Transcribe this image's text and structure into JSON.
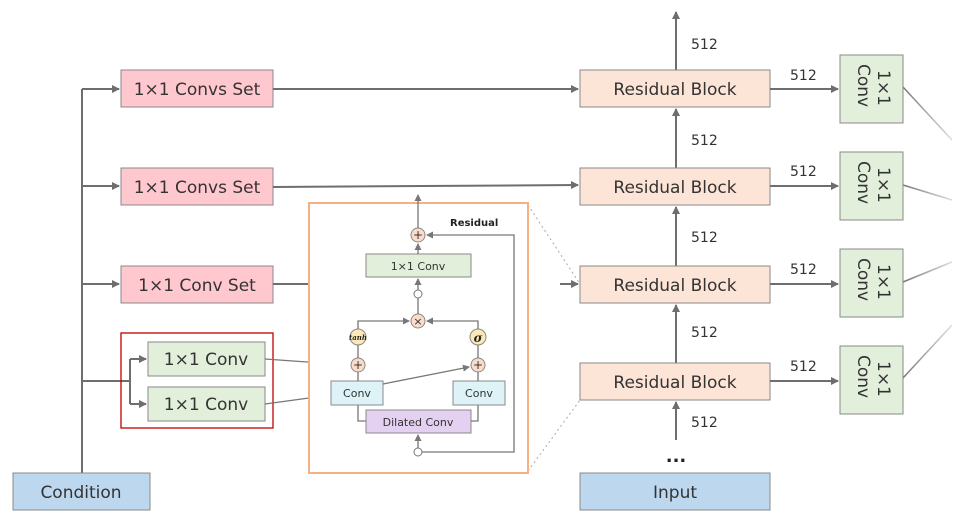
{
  "colors": {
    "condition_fill": "#bdd7ee",
    "input_fill": "#bdd7ee",
    "convs_set_fill": "#ffc7ce",
    "residual_block_fill": "#fce4d6",
    "conv_1x1_fill": "#e2efda",
    "inset_border": "#f4b183",
    "highlight_border": "#c00000",
    "conv_fill": "#ddf3f8",
    "dilated_conv_fill": "#e4d0f0",
    "activation_fill": "#fde9b8",
    "operator_fill": "#fbdccb"
  },
  "condition": {
    "label": "Condition"
  },
  "input": {
    "label": "Input",
    "ellipsis": "..."
  },
  "condition_branches": [
    {
      "label": "1×1 Convs Set"
    },
    {
      "label": "1×1 Convs Set"
    },
    {
      "label": "1×1 Conv Set"
    }
  ],
  "highlight_group": {
    "convs": [
      {
        "label": "1×1 Conv"
      },
      {
        "label": "1×1 Conv"
      }
    ]
  },
  "residual_blocks": [
    {
      "label": "Residual Block"
    },
    {
      "label": "Residual Block"
    },
    {
      "label": "Residual Block"
    },
    {
      "label": "Residual Block"
    }
  ],
  "vertical_dims": [
    "512",
    "512",
    "512",
    "512",
    "512"
  ],
  "output_dims": [
    "512",
    "512",
    "512",
    "512"
  ],
  "output_convs": [
    {
      "line1": "1×1",
      "line2": "Conv"
    },
    {
      "line1": "1×1",
      "line2": "Conv"
    },
    {
      "line1": "1×1",
      "line2": "Conv"
    },
    {
      "line1": "1×1",
      "line2": "Conv"
    }
  ],
  "inset": {
    "residual_label": "Residual",
    "conv_1x1": "1×1 Conv",
    "tanh": "tanh",
    "sigma": "σ",
    "multiply": "×",
    "plus": "+",
    "conv_left": "Conv",
    "conv_right": "Conv",
    "dilated_conv": "Dilated Conv"
  }
}
